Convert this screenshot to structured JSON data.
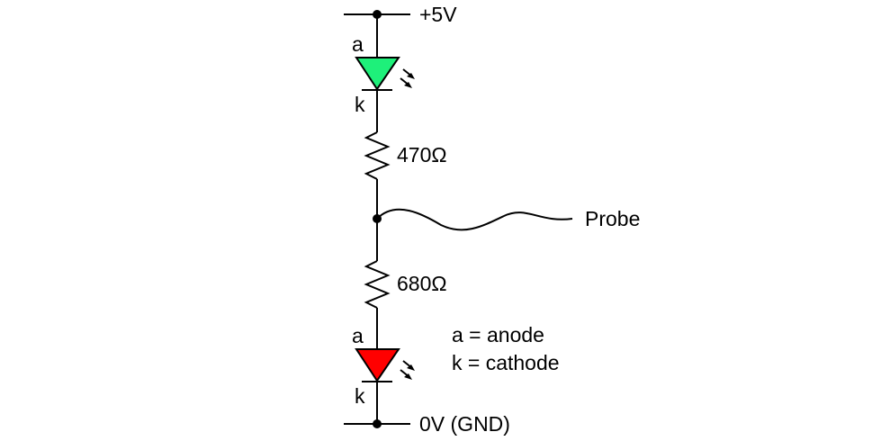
{
  "diagram": {
    "type": "circuit-schematic",
    "supply_label": "+5V",
    "ground_label": "0V (GND)",
    "probe_label": "Probe",
    "components": [
      {
        "id": "led1",
        "kind": "LED",
        "color": "#1EF07A",
        "anode_label": "a",
        "cathode_label": "k"
      },
      {
        "id": "r1",
        "kind": "resistor",
        "value_label": "470Ω"
      },
      {
        "id": "r2",
        "kind": "resistor",
        "value_label": "680Ω"
      },
      {
        "id": "led2",
        "kind": "LED",
        "color": "#FF0000",
        "anode_label": "a",
        "cathode_label": "k"
      }
    ],
    "legend": {
      "line1": "a = anode",
      "line2": "k = cathode"
    }
  }
}
